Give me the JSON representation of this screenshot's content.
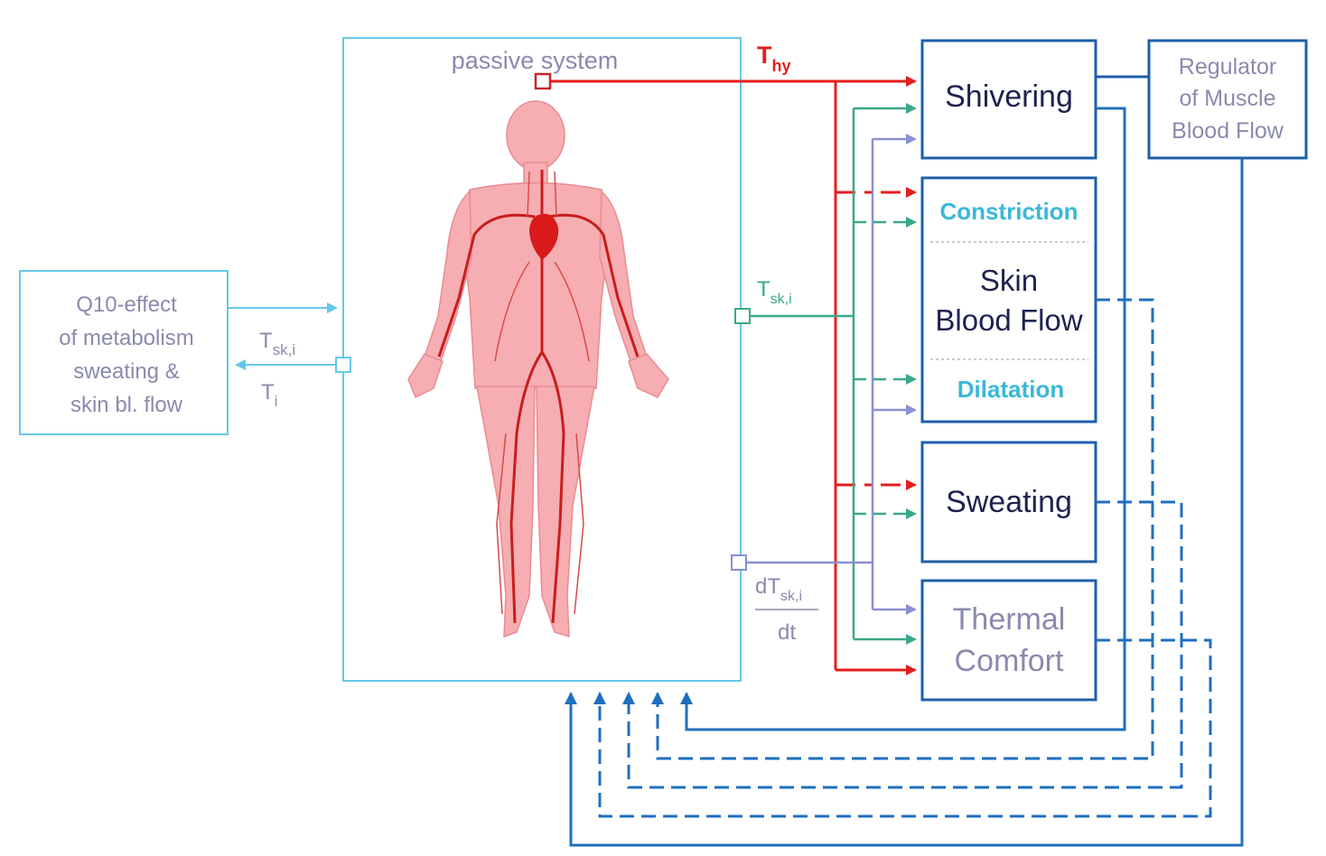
{
  "colors": {
    "light_blue": "#66c8e8",
    "dark_blue": "#1d5fa8",
    "feedback_blue": "#1f6fbe",
    "red": "#e41e1e",
    "green": "#3aa88a",
    "periwinkle": "#8a8fd4",
    "gray_purple": "#8a8aae",
    "body_pink": "#f4a3a8",
    "vessel_red": "#cc1f1f"
  },
  "passive_system": {
    "title": "passive system"
  },
  "q10_box": {
    "lines": [
      "Q10-effect",
      "of metabolism",
      "sweating &",
      "skin bl. flow"
    ]
  },
  "signals": {
    "t_hy": {
      "main": "T",
      "sub": "hy"
    },
    "t_sk_left": {
      "main": "T",
      "sub": "sk,i"
    },
    "t_i_left": {
      "main": "T",
      "sub": "i"
    },
    "t_sk_right": {
      "main": "T",
      "sub": "sk,i"
    },
    "dt_sk": {
      "main": "dT",
      "sub": "sk,i",
      "denominator": "dt"
    }
  },
  "blocks": {
    "shivering": "Shivering",
    "constriction": "Constriction",
    "skin_blood_flow_line1": "Skin",
    "skin_blood_flow_line2": "Blood Flow",
    "dilatation": "Dilatation",
    "sweating": "Sweating",
    "thermal_comfort_line1": "Thermal",
    "thermal_comfort_line2": "Comfort",
    "regulator_line1": "Regulator",
    "regulator_line2": "of Muscle",
    "regulator_line3": "Blood Flow"
  }
}
